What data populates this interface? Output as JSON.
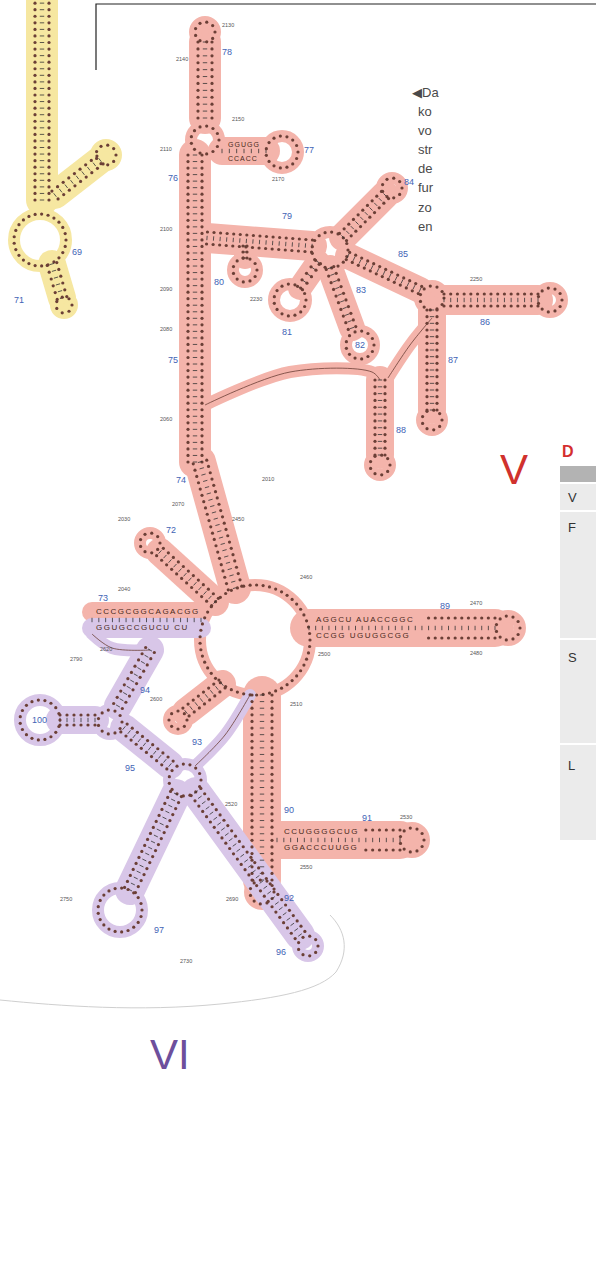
{
  "diagram": {
    "labels": [
      "69",
      "71",
      "78",
      "77",
      "76",
      "75",
      "74",
      "79",
      "80",
      "81",
      "82",
      "83",
      "84",
      "85",
      "86",
      "87",
      "88",
      "72",
      "73",
      "89",
      "93",
      "90",
      "91",
      "92",
      "94",
      "95",
      "96",
      "97",
      "100",
      "V",
      "VI",
      "◀Da",
      "ko",
      "vo",
      "str",
      "de",
      "fur",
      "zo",
      "en",
      "D",
      "V",
      "F",
      "S",
      "L",
      "CCCGCGGCAGACGG",
      "GGUGCCGUCU CU",
      "AGGCU AUACCGGC",
      "CCGG UGUGGCGG",
      "CCUGGGGCUG",
      "GGACCCUUGG",
      "GGUGG",
      "CCACC",
      "2140",
      "2130",
      "2150",
      "2170",
      "2110",
      "2100",
      "2090",
      "2080",
      "2060",
      "2070",
      "2030",
      "2040",
      "2620",
      "2450",
      "2460",
      "2470",
      "2480",
      "2500",
      "2510",
      "2520",
      "2530",
      "2550",
      "2600",
      "2690",
      "2730",
      "2750",
      "2790",
      "2010",
      "2230",
      "2250"
    ]
  }
}
